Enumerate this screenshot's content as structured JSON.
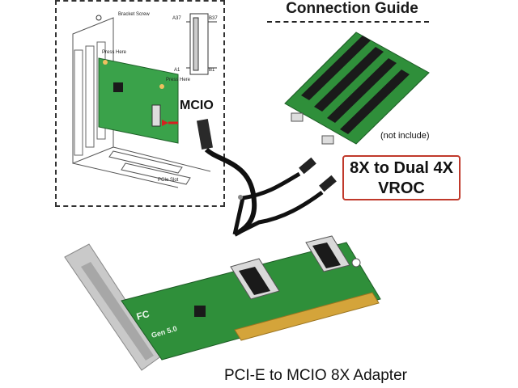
{
  "header": {
    "title": "Connection Guide"
  },
  "diagram": {
    "labels": {
      "bracket_screw": "Bracket Screw",
      "press_here_1": "Press Here",
      "press_here_2": "Press Here",
      "pcie_slot": "PCIe Slot",
      "a37": "A37",
      "b37": "B37",
      "a1": "A1",
      "b1": "B1"
    }
  },
  "cable": {
    "label": "MCIO"
  },
  "riser_board": {
    "note": "(not include)"
  },
  "vroc_box": {
    "line1": "8X to Dual 4X",
    "line2": "VROC"
  },
  "product": {
    "caption": "PCI-E  to MCIO 8X Adapter",
    "gen_mark": "Gen 5.0",
    "fc_mark": "FC"
  },
  "colors": {
    "pcb_green": "#2f8f3a",
    "accent_red": "#c0392b",
    "bracket_gray": "#c9c9c9"
  }
}
